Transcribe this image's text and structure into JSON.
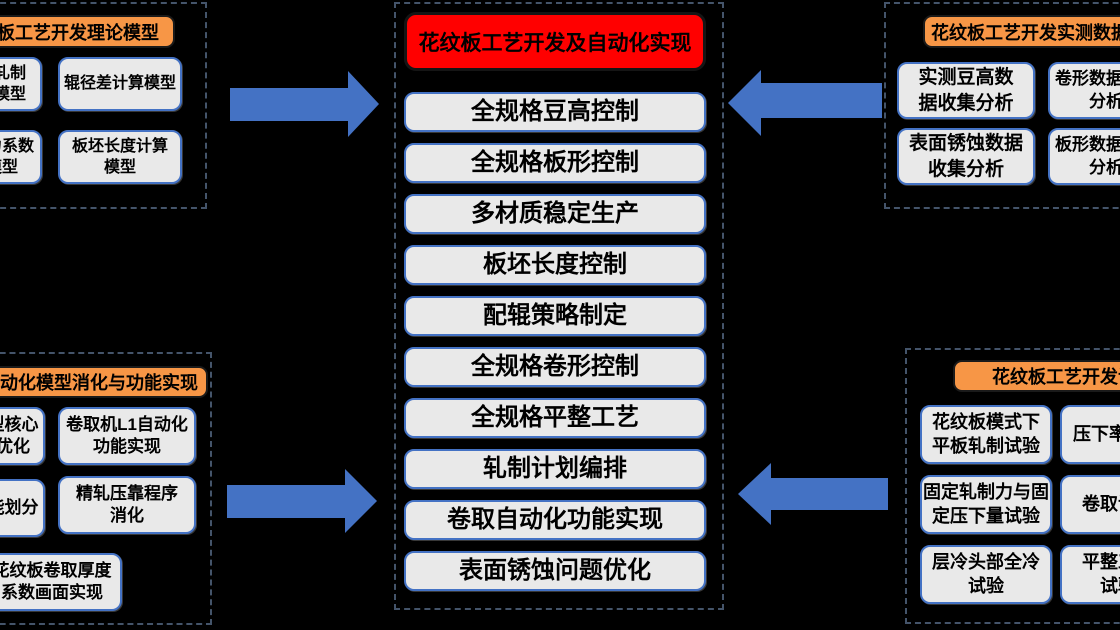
{
  "colors": {
    "background": "#000000",
    "arrow_blue": "#4472C4",
    "box_fill": "#E9E9E9",
    "box_border": "#4472C4",
    "header_orange": "#F79646",
    "center_header_red": "#FF0000",
    "dashed_border": "#44546A",
    "text": "#000000"
  },
  "center": {
    "title": "花纹板工艺开发及自动化实现",
    "items": [
      "全规格豆高控制",
      "全规格板形控制",
      "多材质稳定生产",
      "板坯长度控制",
      "配辊策略制定",
      "全规格卷形控制",
      "全规格平整工艺",
      "轧制计划编排",
      "卷取自动化功能实现",
      "表面锈蚀问题优化"
    ]
  },
  "sections": {
    "top_left": {
      "title": "花纹板工艺开发理论模型",
      "left_boxes": [
        [
          "花纹板轧制",
          "力计算模型"
        ],
        [
          "变形抗力系数",
          "计算模型"
        ]
      ],
      "right_boxes": [
        [
          "辊径差计算模型"
        ],
        [
          "板坯长度计算",
          "模型"
        ]
      ]
    },
    "top_right": {
      "title": "花纹板工艺开发实测数据分析",
      "left_boxes": [
        [
          "实测豆高数",
          "据收集分析"
        ],
        [
          "表面锈蚀数据",
          "收集分析"
        ]
      ],
      "right_boxes": [
        [
          "卷形数据收集",
          "分析"
        ],
        [
          "板形数据收集",
          "分析"
        ]
      ]
    },
    "bottom_left": {
      "title": "自动化模型消化与功能实现",
      "left_boxes": [
        [
          "轧制模型核心",
          "消化与优化"
        ],
        [
          "控制功能划分"
        ]
      ],
      "right_boxes": [
        [
          "卷取机L1自动化",
          "功能实现"
        ],
        [
          "精轧压靠程序",
          "消化"
        ]
      ],
      "wide_box": [
        [
          "花纹板卷取厚度",
          "系数画面实现"
        ]
      ]
    },
    "bottom_right": {
      "title": "花纹板工艺开发试验",
      "left_boxes": [
        [
          "花纹板模式下",
          "平板轧制试验"
        ],
        [
          "固定轧制力与固",
          "定压下量试验"
        ],
        [
          "层冷头部全冷",
          "试验"
        ]
      ],
      "right_boxes": [
        [
          "压下率试验"
        ],
        [
          "卷取试验"
        ],
        [
          "平整工艺",
          "试验"
        ]
      ]
    }
  }
}
